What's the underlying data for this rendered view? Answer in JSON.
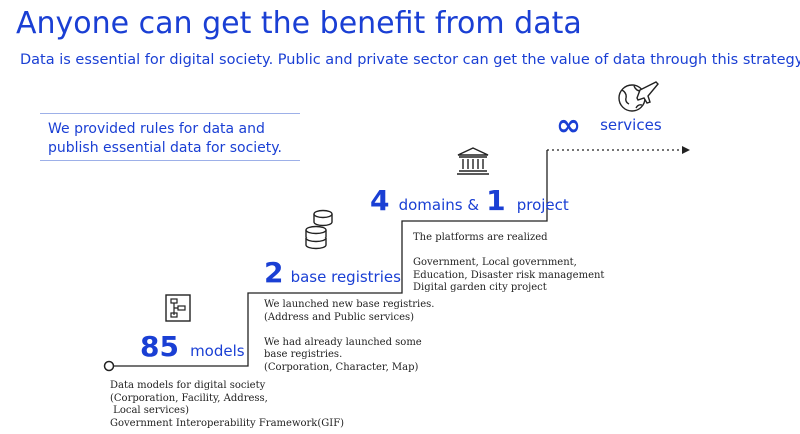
{
  "title": "Anyone can get the benefit from data",
  "subtitle": "Data is essential for digital society. Public and private sector can get the value of data through this strategy.",
  "intro": {
    "line1": "We provided rules for data and",
    "line2": "publish essential data for society."
  },
  "steps": [
    {
      "number": "85",
      "label": "models",
      "icon": "data-model-icon",
      "description": [
        "Data models for digital society",
        "(Corporation, Facility, Address,",
        " Local services)",
        "Government Interoperability Framework(GIF)"
      ]
    },
    {
      "number": "2",
      "label": "base registries",
      "icon": "database-icon",
      "description": [
        "We launched new base registries.",
        "(Address and Public services)",
        "",
        "We had already launched some",
        "base registries.",
        "(Corporation, Character, Map)"
      ]
    },
    {
      "number_a": "4",
      "label_a": "domains &",
      "number_b": "1",
      "label_b": "project",
      "icon": "government-building-icon",
      "description": [
        "The platforms are realized",
        "",
        "Government, Local government,",
        "Education, Disaster risk management",
        "Digital garden city project"
      ]
    },
    {
      "number": "∞",
      "label": "services",
      "icon": "globe-airplane-icon"
    }
  ],
  "colors": {
    "accent": "#1a3fd4",
    "line": "#222222"
  }
}
